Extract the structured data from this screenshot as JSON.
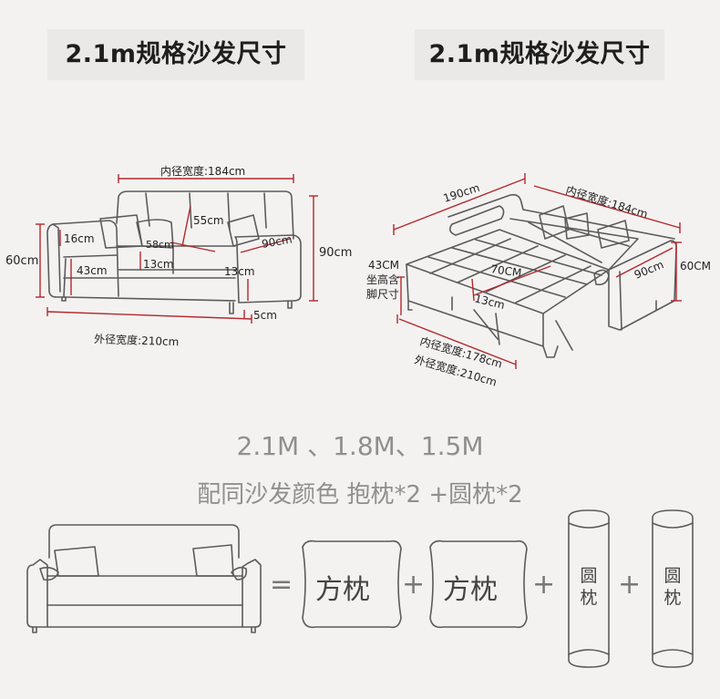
{
  "titles": {
    "left": "2.1m规格沙发尺寸",
    "right": "2.1m规格沙发尺寸"
  },
  "left_diagram": {
    "inner_width": "内径宽度:184cm",
    "outer_width": "外径宽度:210cm",
    "height": "90cm",
    "arm_height": "60cm",
    "depth": "90cm",
    "back_height": "55cm",
    "seat_depth": "58cm",
    "arm_top": "16cm",
    "seat_height": "43cm",
    "cushion_thickness": "13cm",
    "cushion_thickness_right": "13cm",
    "leg_height": "5cm"
  },
  "right_diagram": {
    "bed_length": "190cm",
    "inner_width": "内径宽度:184cm",
    "depth": "90cm",
    "arm_height": "60CM",
    "seat_height_label": [
      "43CM",
      "坐高含",
      "脚尺寸"
    ],
    "cushion_depth": "70CM",
    "cushion_thickness": "13cm",
    "bed_inner_width": "内径宽度:178cm",
    "bed_outer_width": "外径宽度:210cm"
  },
  "sizes_line": "2.1M 、1.8M、1.5M",
  "bundle_line": "配同沙发颜色 抱枕*2 +圆枕*2",
  "equation": {
    "equals": "=",
    "plus": "+",
    "square_pillow": "方枕",
    "round_pillow_top": "圆",
    "round_pillow_bottom": "枕"
  }
}
